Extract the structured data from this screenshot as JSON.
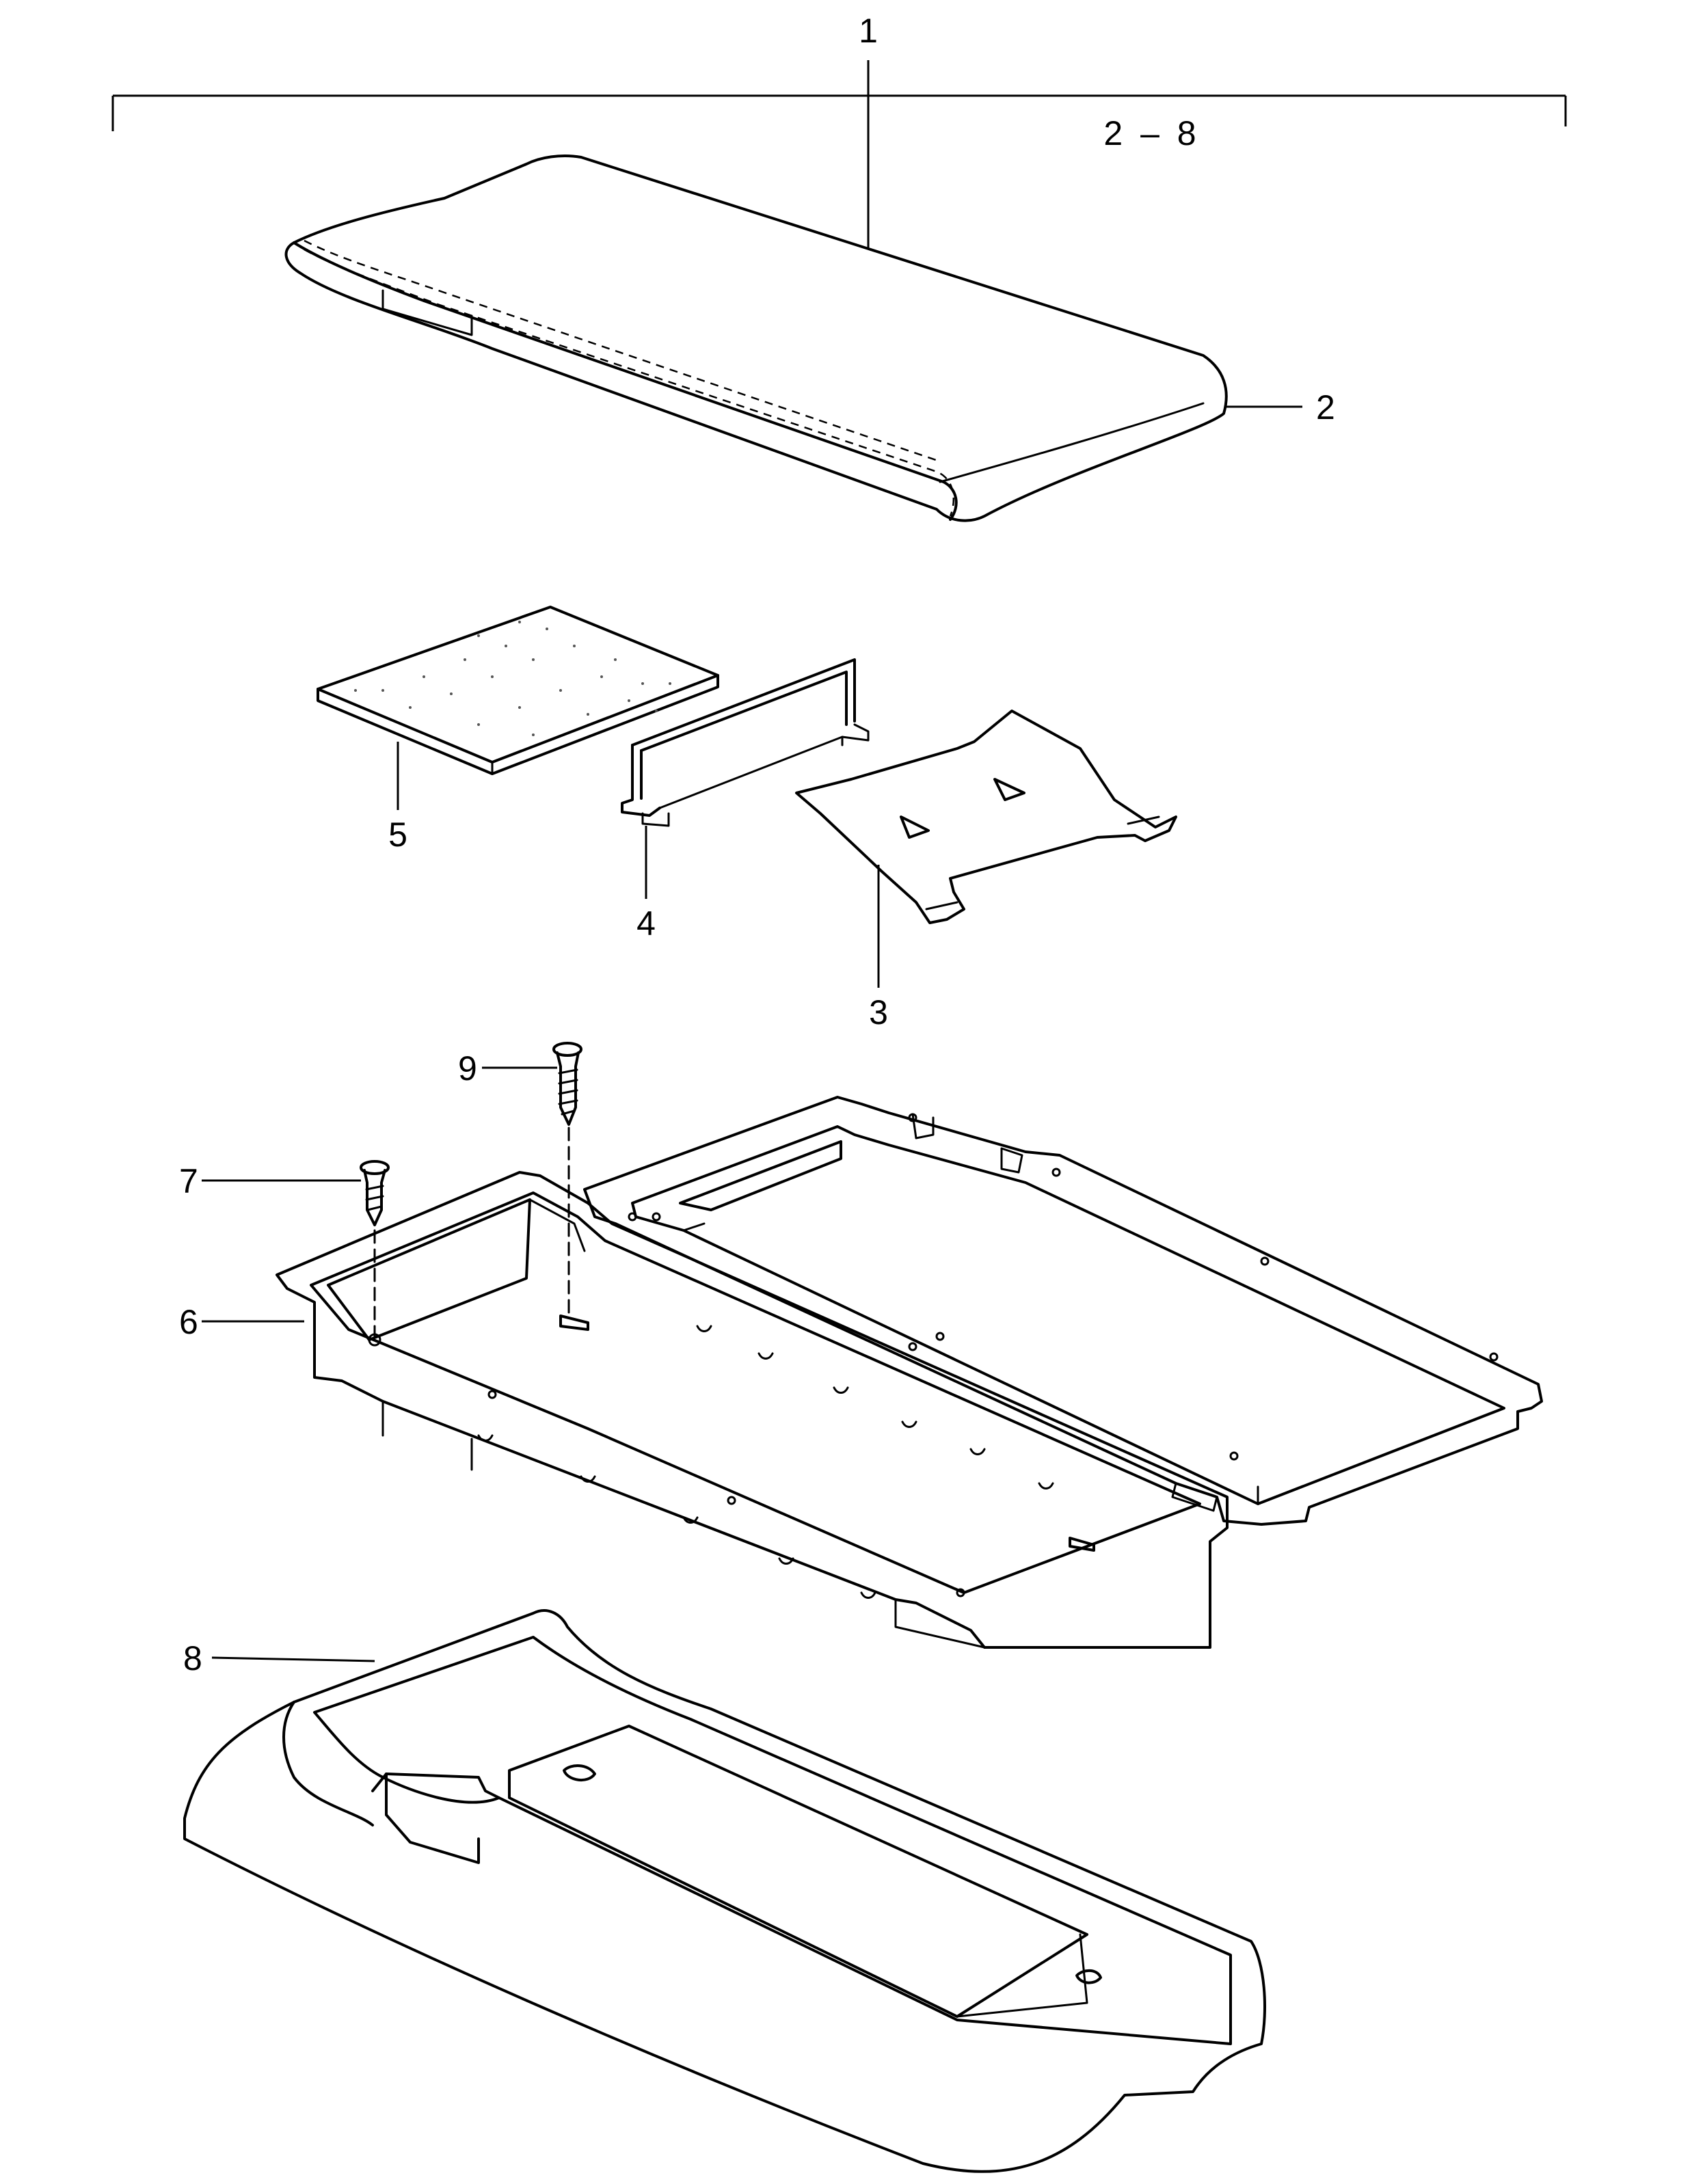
{
  "callouts": {
    "assembly": "1",
    "range": "2 – 8",
    "armrest_pad": "2",
    "bracket": "3",
    "hinge_strip": "4",
    "foam_pad": "5",
    "tray": "6",
    "screw_7": "7",
    "console": "8",
    "screw_9": "9"
  }
}
